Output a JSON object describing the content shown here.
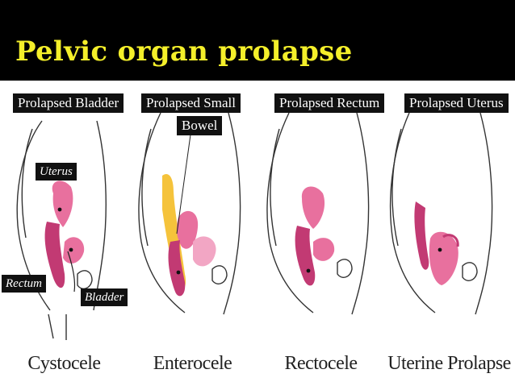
{
  "title": "Pelvic organ prolapse",
  "panels": [
    {
      "label": "Prolapsed Bladder",
      "name": "Cystocele",
      "callouts": {
        "uterus": "Uterus",
        "rectum": "Rectum",
        "bladder": "Bladder"
      }
    },
    {
      "label_line1": "Prolapsed Small",
      "label_line2": "Bowel",
      "name": "Enterocele"
    },
    {
      "label": "Prolapsed Rectum",
      "name": "Rectocele"
    },
    {
      "label": "Prolapsed Uterus",
      "name": "Uterine Prolapse"
    }
  ],
  "colors": {
    "header_bg": "#000000",
    "title": "#f4ef2a",
    "organ_pink": "#e8709e",
    "organ_light": "#f2a6c4",
    "organ_dark": "#c23a73",
    "bowel_yellow": "#f5c33b"
  }
}
